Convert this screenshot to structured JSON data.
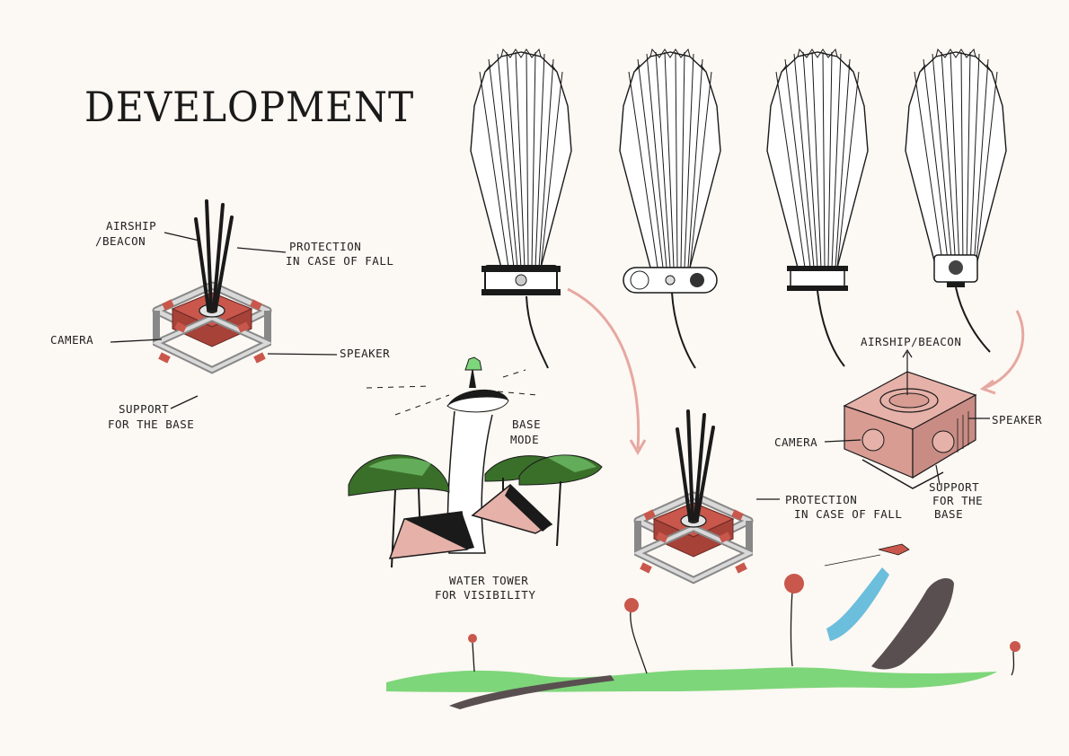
{
  "title": "DEVELOPMENT",
  "labels": {
    "airship_beacon_1": "AIRSHIP",
    "airship_beacon_2": "/BEACON",
    "protection_1a": "PROTECTION",
    "protection_1b": "IN CASE OF FALL",
    "camera_1": "CAMERA",
    "speaker_1": "SPEAKER",
    "support_1a": "SUPPORT",
    "support_1b": "FOR THE BASE",
    "base_mode_1": "BASE",
    "base_mode_2": "MODE",
    "water_tower_1": "WATER TOWER",
    "water_tower_2": "FOR VISIBILITY",
    "protection_2a": "PROTECTION",
    "protection_2b": "IN CASE OF FALL",
    "airship_beacon_3": "AIRSHIP/BEACON",
    "camera_2": "CAMERA",
    "speaker_2": "SPEAKER",
    "support_2a": "SUPPORT",
    "support_2b": "FOR THE",
    "support_2c": "BASE"
  },
  "colors": {
    "background": "#fcf8f3",
    "ink": "#1a1a1a",
    "red_body": "#c9574c",
    "pink_body": "#e6b1a8",
    "grass": "#7ed67a",
    "water": "#6bbedc",
    "smoke": "#5a4f50",
    "tree": "#3a6f2a",
    "frame_gray": "#bdbdbd"
  }
}
